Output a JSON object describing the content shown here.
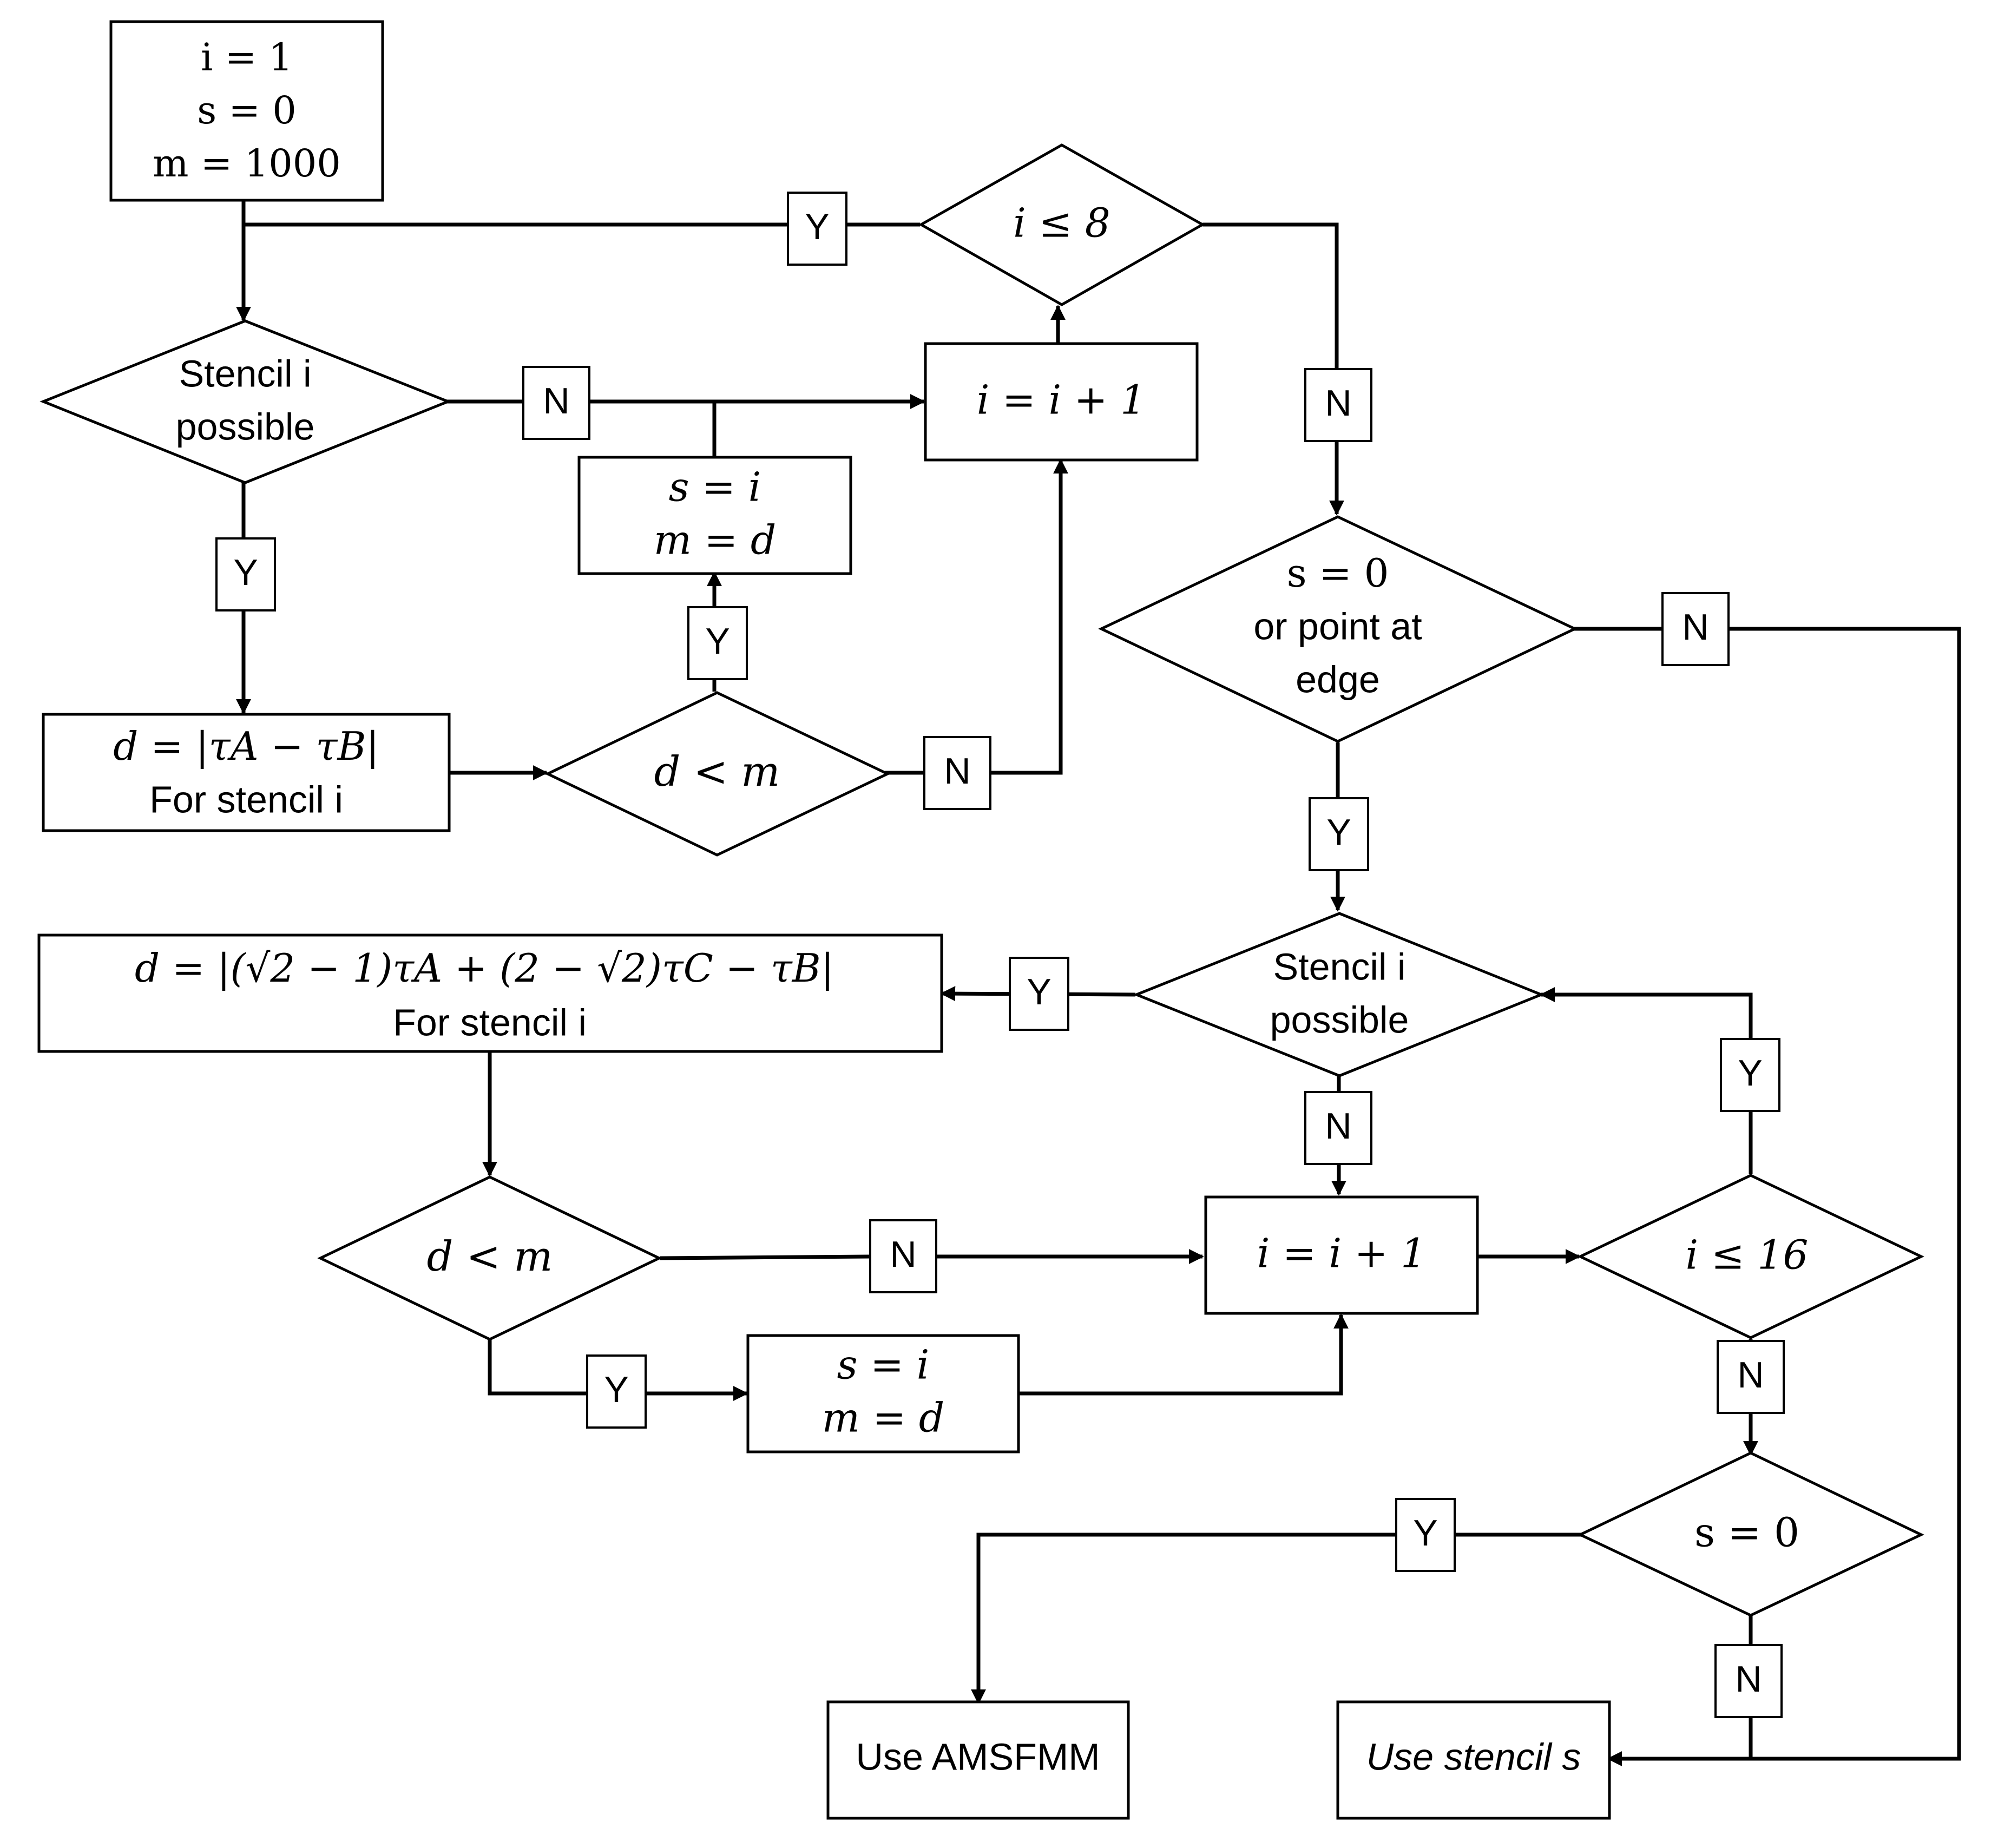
{
  "nodes": {
    "init": {
      "lines": [
        "i = 1",
        "s = 0",
        "m = 1000"
      ]
    },
    "cond_i_le_8": {
      "text": "i ≤ 8"
    },
    "stencil_possible_1": {
      "lines": [
        "Stencil i",
        "possible"
      ]
    },
    "inc_i_1": {
      "text": "i = i + 1"
    },
    "assign_1": {
      "lines": [
        "s = i",
        "m = d"
      ]
    },
    "calc_d_1": {
      "line1": "d = |τA − τB|",
      "line2": "For stencil i"
    },
    "cond_d_lt_m_1": {
      "text": "d < m"
    },
    "cond_s0_edge": {
      "lines": [
        "s = 0",
        "or point at",
        "edge"
      ]
    },
    "stencil_possible_2": {
      "lines": [
        "Stencil i",
        "possible"
      ]
    },
    "calc_d_2": {
      "line1": "d = |(√2 − 1)τA + (2 − √2)τC − τB|",
      "line2": "For stencil i"
    },
    "cond_d_lt_m_2": {
      "text": "d < m"
    },
    "inc_i_2": {
      "text": "i = i + 1"
    },
    "cond_i_le_16": {
      "text": "i ≤ 16"
    },
    "assign_2": {
      "lines": [
        "s = i",
        "m = d"
      ]
    },
    "cond_s0": {
      "text": "s = 0"
    },
    "use_amsfmm": {
      "text": "Use AMSFMM"
    },
    "use_stencil_s": {
      "text": "Use stencil s"
    }
  },
  "edge_labels": {
    "y": "Y",
    "n": "N"
  }
}
